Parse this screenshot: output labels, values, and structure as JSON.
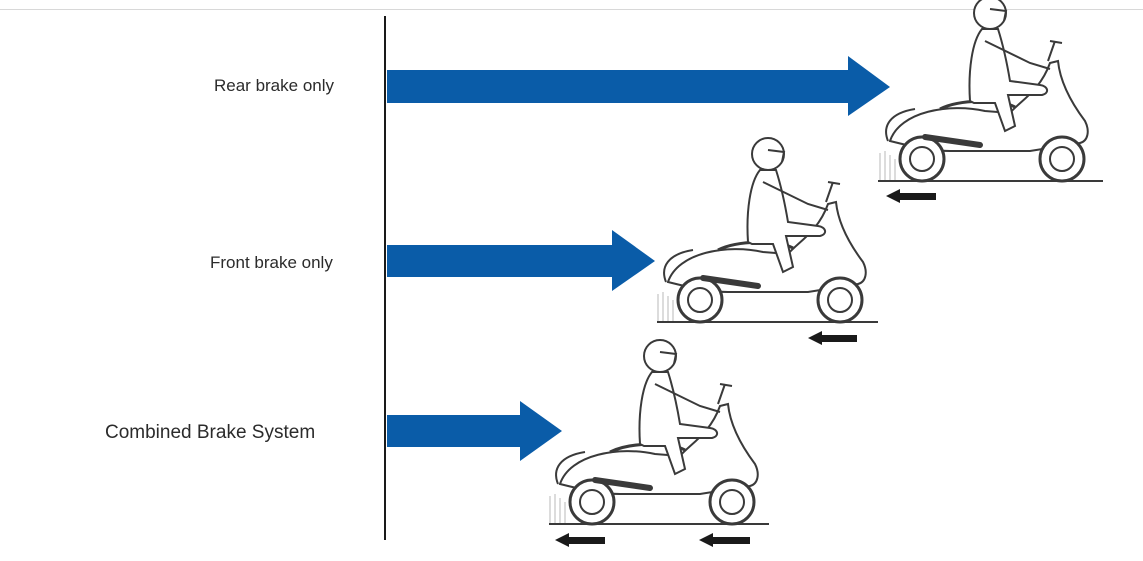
{
  "rows": [
    {
      "label": "Rear brake only"
    },
    {
      "label": "Front brake only"
    },
    {
      "label": "Combined Brake System"
    }
  ],
  "colors": {
    "arrow": "#0a5ca8",
    "axis": "#1a1a1a",
    "line_art": "#3a3a3a",
    "small_arrow": "#1a1a1a"
  }
}
